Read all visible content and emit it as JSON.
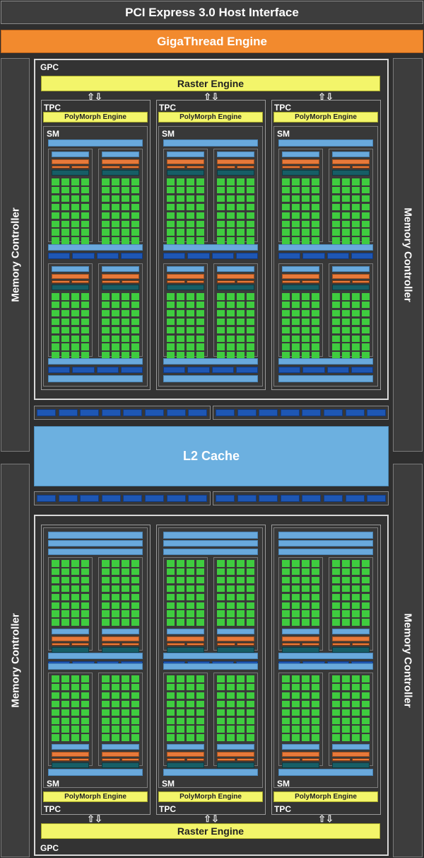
{
  "header": {
    "title": "PCI Express 3.0 Host Interface"
  },
  "gigathread": {
    "label": "GigaThread Engine"
  },
  "memory_controller": {
    "label": "Memory Controller"
  },
  "l2": {
    "label": "L2 Cache"
  },
  "gpc_label": "GPC",
  "raster_label": "Raster Engine",
  "tpc_label": "TPC",
  "polymorph_label": "PolyMorph Engine",
  "sm_label": "SM",
  "colors": {
    "background": "#2e2e2e",
    "gigathread": "#f28a2e",
    "raster": "#f3f56a",
    "l2": "#6cb0e0",
    "core": "#3fcc3f",
    "dispatch": "#1e57b4",
    "register": "#69a9dc"
  },
  "icons": {
    "arrows": "up-down-arrows-icon"
  }
}
